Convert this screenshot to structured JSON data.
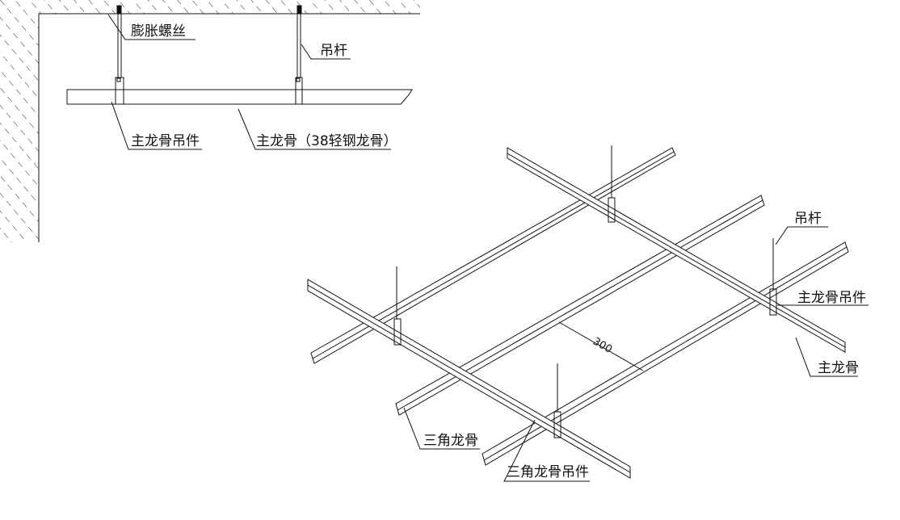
{
  "section_view": {
    "labels": {
      "expansion_bolt": "膨胀螺丝",
      "hanger_rod": "吊杆",
      "main_keel_hanger": "主龙骨吊件",
      "main_keel": "主龙骨（38轻钢龙骨）"
    }
  },
  "iso_view": {
    "labels": {
      "hanger_rod": "吊杆",
      "main_keel_hanger": "主龙骨吊件",
      "main_keel": "主龙骨",
      "triangle_keel": "三角龙骨",
      "triangle_keel_hanger": "三角龙骨吊件"
    },
    "dimension": "300"
  },
  "colors": {
    "line": "#111111",
    "background": "#ffffff"
  }
}
